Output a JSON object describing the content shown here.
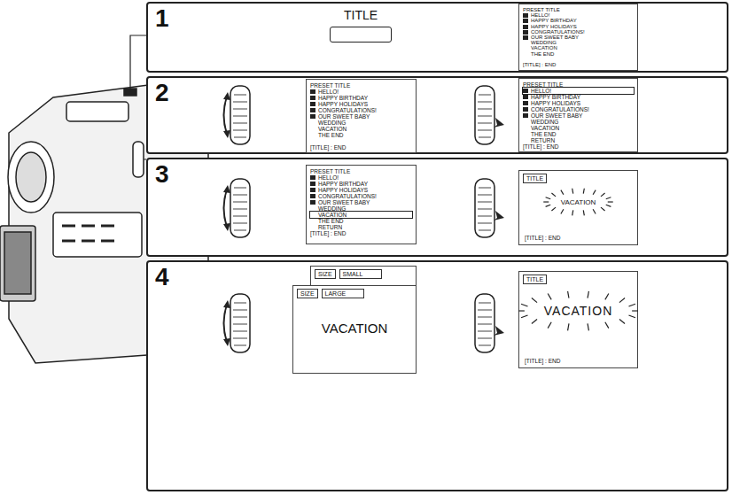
{
  "diagram": {
    "nodes": [
      {
        "text": [
          "1"
        ]
      },
      {
        "text": [
          "TITLE"
        ],
        "in": 0
      },
      {
        "text": [
          "PRESET TITLE",
          "HELLO!",
          "HAPPY BIRTHDAY",
          "HAPPY HOLIDAYS",
          "CONGRATULATIONS!",
          "OUR SWEET BABY",
          "WEDDING",
          "VACATION",
          "THE END",
          "[TITLE] : END"
        ],
        "in": 0
      },
      {
        "text": [
          "2"
        ]
      },
      {
        "text": [
          "PRESET TITLE",
          "HELLO!",
          "HAPPY BIRTHDAY",
          "HAPPY HOLIDAYS",
          "CONGRATULATIONS!",
          "OUR SWEET BABY",
          "WEDDING",
          "VACATION",
          "THE END",
          "[TITLE] : END"
        ],
        "in": 3
      },
      {
        "text": [
          "PRESET TITLE",
          "HELLO!",
          "HAPPY BIRTHDAY",
          "HAPPY HOLIDAYS",
          "CONGRATULATIONS!",
          "OUR SWEET BABY",
          "WEDDING",
          "VACATION",
          "THE END",
          "RETURN",
          "[TITLE] : END"
        ],
        "in": 3
      },
      {
        "text": [
          "3"
        ]
      },
      {
        "text": [
          "PRESET TITLE",
          "HELLO!",
          "HAPPY BIRTHDAY",
          "HAPPY HOLIDAYS",
          "CONGRATULATIONS!",
          "OUR SWEET BABY",
          "WEDDING",
          "VACATION",
          "THE END",
          "RETURN",
          "[TITLE] : END"
        ],
        "in": 6
      },
      {
        "text": [
          "TITLE",
          "VACATION",
          "[TITLE] : END"
        ],
        "in": 6
      },
      {
        "text": [
          "4"
        ]
      },
      {
        "text": [
          "SIZE",
          "SMALL"
        ],
        "in": 9
      },
      {
        "text": [
          "SIZE",
          "LARGE",
          "VACATION"
        ],
        "in": 9
      },
      {
        "text": [
          "TITLE",
          "VACATION",
          "[TITLE] : END"
        ],
        "in": 9
      }
    ],
    "edges": [
      {
        "from": 1,
        "to": 2,
        "arrow": "to"
      },
      {
        "from": 4,
        "to": 5,
        "arrow": "to"
      },
      {
        "from": 7,
        "to": 8,
        "arrow": "to"
      },
      {
        "from": 10,
        "to": 11,
        "arrow": "to"
      },
      {
        "from": 11,
        "to": 12,
        "arrow": "to"
      }
    ]
  }
}
